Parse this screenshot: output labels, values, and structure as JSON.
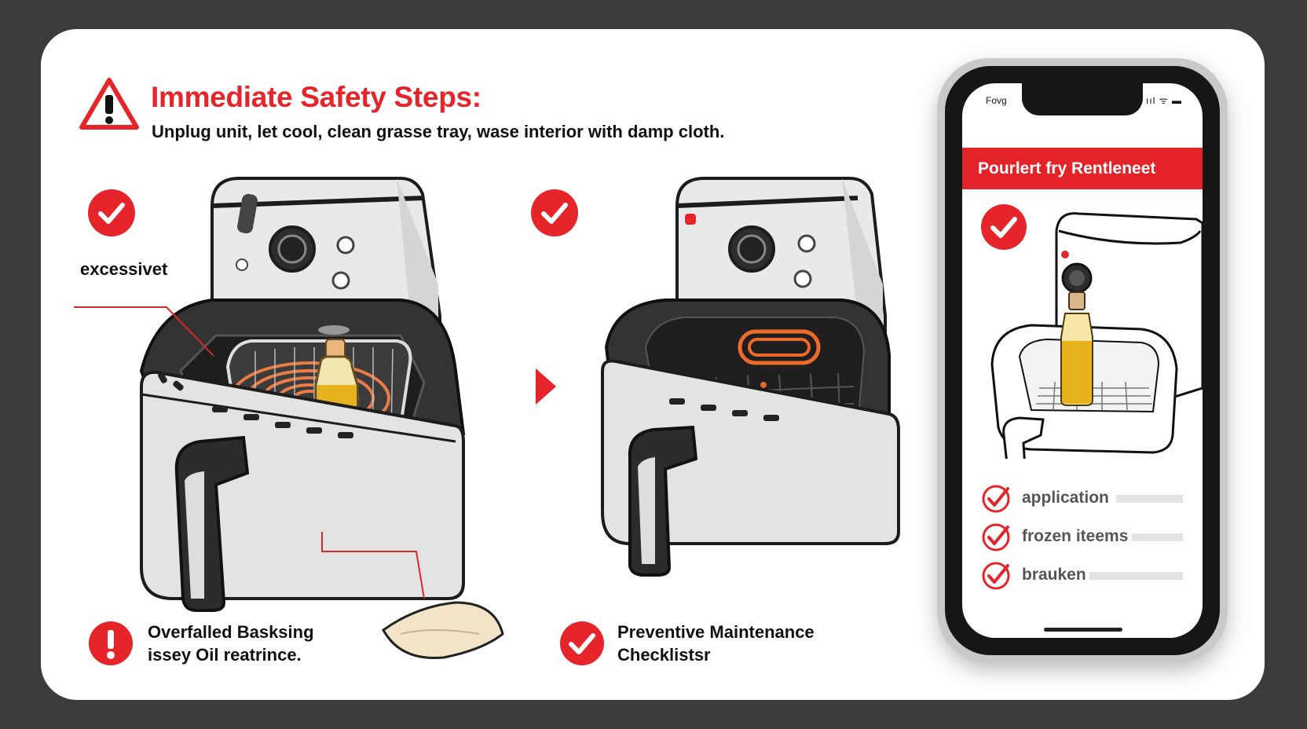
{
  "header": {
    "title": "Immediate Safety Steps:",
    "subtitle": "Unplug unit, let cool, clean grasse tray, wase interior with damp cloth."
  },
  "panel_left": {
    "callout": "excessivet",
    "caption_line1": "Overfalled Basksing",
    "caption_line2": "issey Oil reatrince."
  },
  "panel_middle": {
    "caption_line1": "Preventive Maintenance",
    "caption_line2": "Checklistsr"
  },
  "phone": {
    "status_left": "Fovg",
    "status_right": "ııl ᯤ ▬",
    "app_title": "Pourlert fry Rentleneet",
    "checklist": [
      {
        "label": "application",
        "checked": true
      },
      {
        "label": "frozen iteems",
        "checked": true
      },
      {
        "label": "brauken",
        "checked": true
      }
    ]
  },
  "colors": {
    "accent": "#e5252a",
    "background": "#3b3b3b",
    "card": "#ffffff",
    "appliance_body": "#e6e6e6",
    "appliance_dark": "#2b2b2b",
    "heating_coil": "#ec6a2c"
  },
  "icons": [
    "warning-triangle-icon",
    "check-circle-icon",
    "exclamation-circle-icon",
    "arrow-right-icon",
    "checkbox-icon"
  ]
}
